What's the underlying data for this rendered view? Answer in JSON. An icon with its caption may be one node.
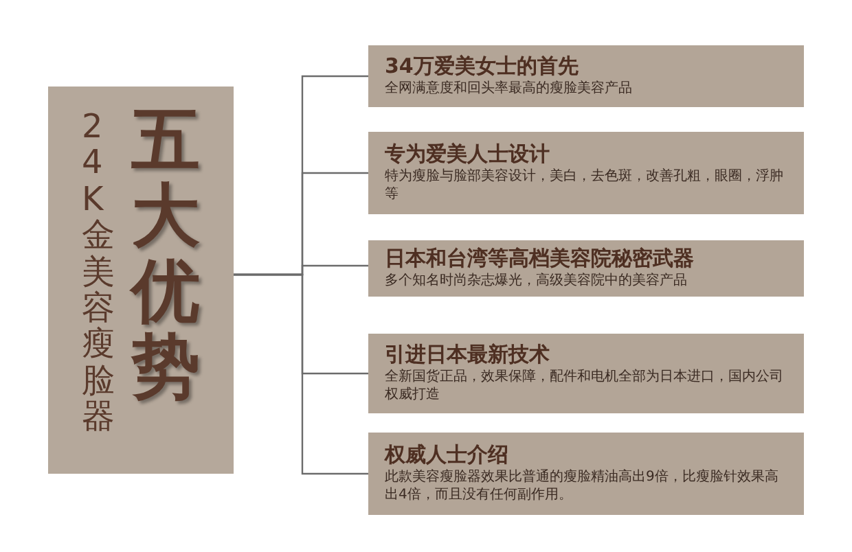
{
  "diagram": {
    "nodes": [
      {
        "text": [
          "24K金美容瘦脸器",
          "五大优势"
        ]
      },
      {
        "text": [
          "34万爱美女士的首先",
          "全网满意度和回头率最高的瘦脸美容产品"
        ]
      },
      {
        "text": [
          "专为爱美人士设计",
          "特为瘦脸与脸部美容设计，美白，去色斑，改善孔粗，眼圈，浮肿等"
        ]
      },
      {
        "text": [
          "日本和台湾等高档美容院秘密武器",
          "多个知名时尚杂志爆光，高级美容院中的美容产品"
        ]
      },
      {
        "text": [
          "引进日本最新技术",
          "全新国货正品，效果保障，配件和电机全部为日本进口，国内公司权威打造"
        ]
      },
      {
        "text": [
          "权威人士介绍",
          "此款美容瘦脸器效果比普通的瘦脸精油高出9倍，比瘦脸针效果高出4倍，而且没有任何副作用。"
        ]
      }
    ],
    "edges": [
      {
        "from": 0,
        "to": 1,
        "arrow": "none"
      },
      {
        "from": 0,
        "to": 2,
        "arrow": "none"
      },
      {
        "from": 0,
        "to": 3,
        "arrow": "none"
      },
      {
        "from": 0,
        "to": 4,
        "arrow": "none"
      },
      {
        "from": 0,
        "to": 5,
        "arrow": "none"
      }
    ]
  }
}
